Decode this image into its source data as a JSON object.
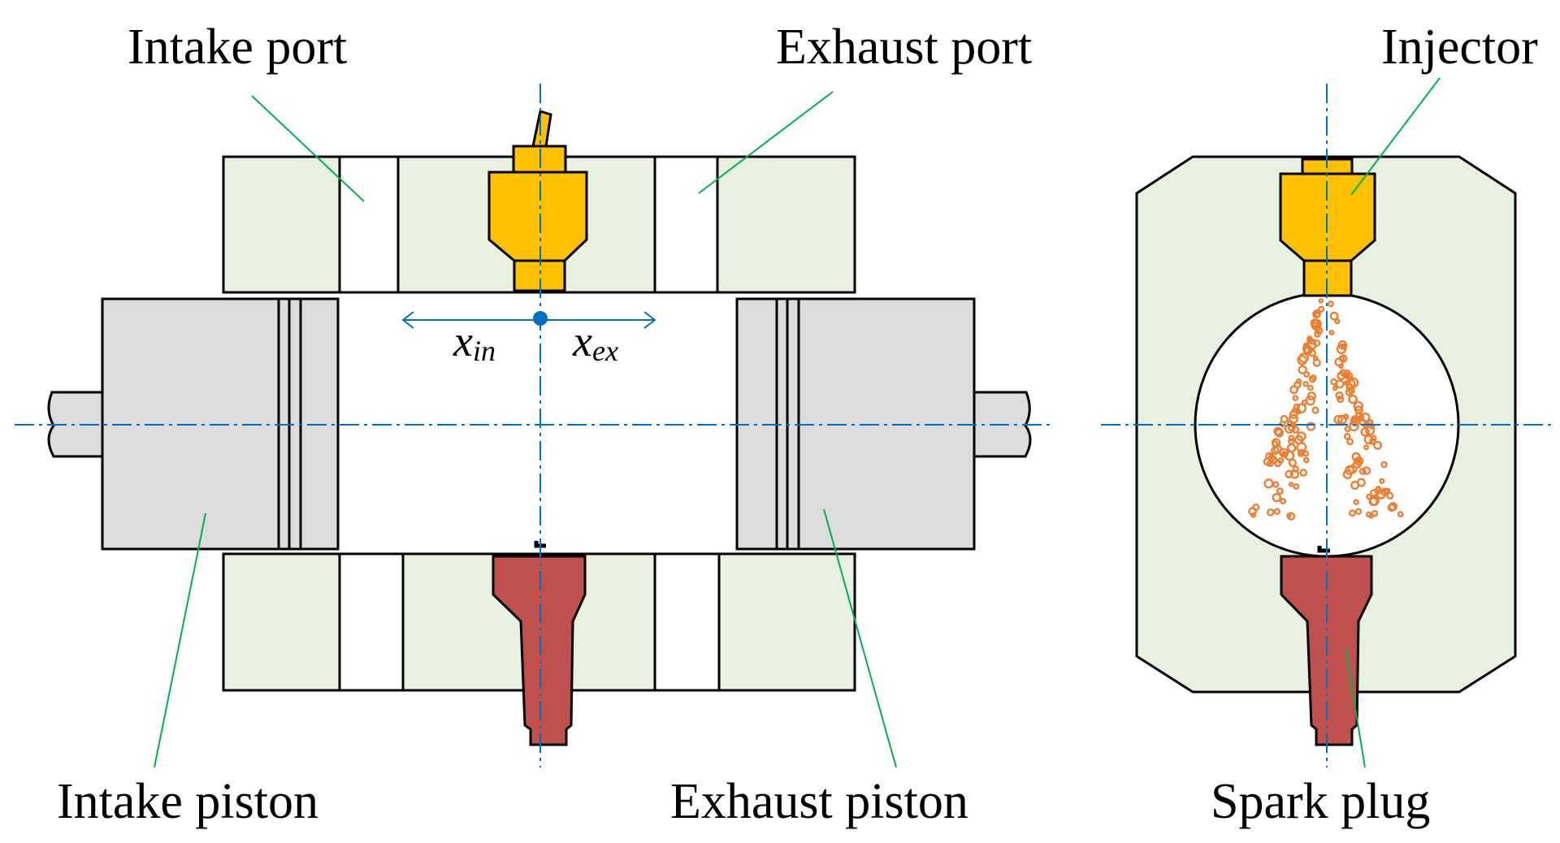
{
  "labels": {
    "intake_port": "Intake port",
    "exhaust_port": "Exhaust port",
    "injector": "Injector",
    "intake_piston": "Intake piston",
    "exhaust_piston": "Exhaust piston",
    "spark_plug": "Spark plug"
  },
  "symbols": {
    "x_in": {
      "base": "x",
      "sub": "in"
    },
    "x_ex": {
      "base": "x",
      "sub": "ex"
    }
  },
  "colors": {
    "block_fill": "#e8f0e0",
    "piston_fill": "#dcdcdc",
    "injector_fill": "#ffc000",
    "spark_plug_fill": "#c0504d",
    "spray_droplet": "#ed7d31",
    "centerline": "#0070c0",
    "leader_line": "#00b050",
    "outline": "#000000"
  }
}
